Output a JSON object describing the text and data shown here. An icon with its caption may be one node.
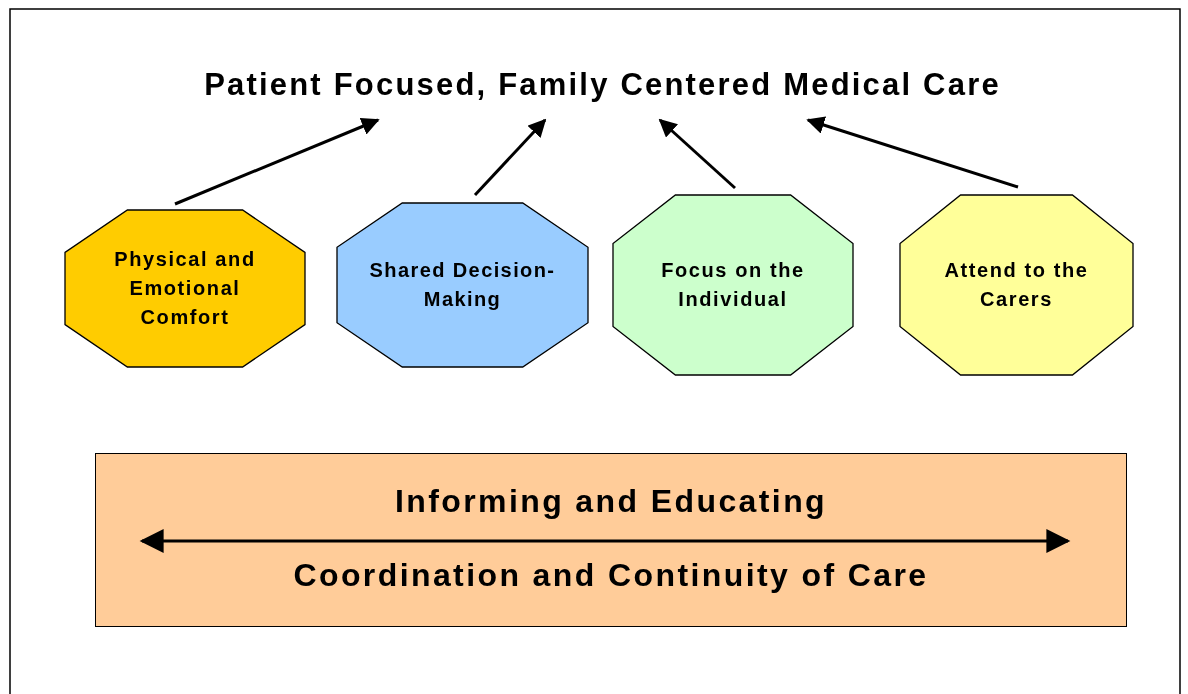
{
  "diagram": {
    "nodes": [
      {
        "text": [
          "Patient Focused, Family Centered Medical Care"
        ]
      },
      {
        "text": [
          "Physical and Emotional Comfort"
        ]
      },
      {
        "text": [
          "Shared Decision-Making"
        ]
      },
      {
        "text": [
          "Focus on the Individual"
        ]
      },
      {
        "text": [
          "Attend to the Carers"
        ]
      },
      {
        "text": [
          "Informing and Educating",
          "Coordination and Continuity of Care"
        ]
      }
    ],
    "edges": [
      {
        "from": 1,
        "to": 0,
        "arrow": "to"
      },
      {
        "from": 2,
        "to": 0,
        "arrow": "to"
      },
      {
        "from": 3,
        "to": 0,
        "arrow": "to"
      },
      {
        "from": 4,
        "to": 0,
        "arrow": "to"
      }
    ]
  }
}
